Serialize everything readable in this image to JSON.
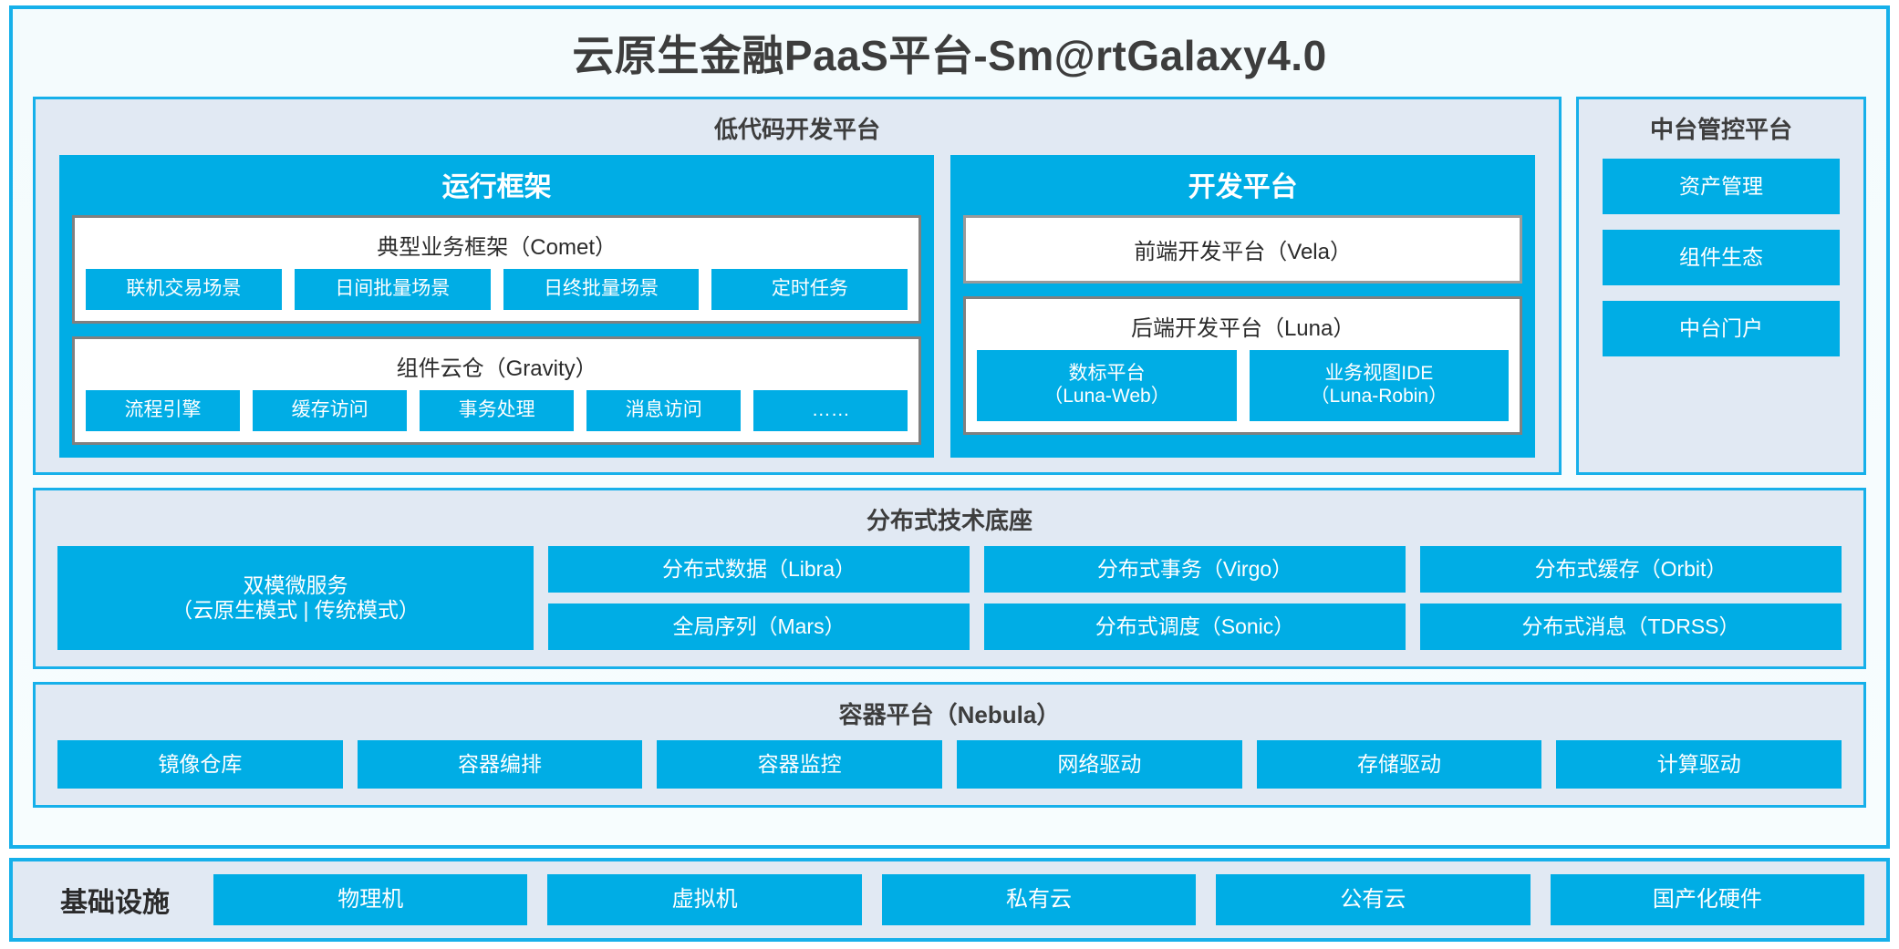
{
  "title": "云原生金融PaaS平台-Sm@rtGalaxy4.0",
  "colors": {
    "accent": "#00ade5",
    "border": "#16b0ea",
    "panel_bg": "#e1e9f3",
    "frame_bg": "#f4fbfd",
    "box_border": "#808080",
    "text_dark": "#3d3d3d",
    "text_light": "#ffffff"
  },
  "lowcode": {
    "title": "低代码开发平台",
    "runtime": {
      "title": "运行框架",
      "comet": {
        "title": "典型业务框架（Comet）",
        "items": [
          "联机交易场景",
          "日间批量场景",
          "日终批量场景",
          "定时任务"
        ]
      },
      "gravity": {
        "title": "组件云仓（Gravity）",
        "items": [
          "流程引擎",
          "缓存访问",
          "事务处理",
          "消息访问",
          "……"
        ]
      }
    },
    "devplatform": {
      "title": "开发平台",
      "vela": "前端开发平台（Vela）",
      "luna": {
        "title": "后端开发平台（Luna）",
        "items": [
          "数标平台\n（Luna-Web）",
          "业务视图IDE\n（Luna-Robin）"
        ]
      }
    }
  },
  "control_platform": {
    "title": "中台管控平台",
    "items": [
      "资产管理",
      "组件生态",
      "中台门户"
    ]
  },
  "distributed": {
    "title": "分布式技术底座",
    "microservice": "双模微服务\n（云原生模式 | 传统模式）",
    "col2": [
      "分布式数据（Libra）",
      "全局序列（Mars）"
    ],
    "col3": [
      "分布式事务（Virgo）",
      "分布式调度（Sonic）"
    ],
    "col4": [
      "分布式缓存（Orbit）",
      "分布式消息（TDRSS）"
    ]
  },
  "container": {
    "title": "容器平台（Nebula）",
    "items": [
      "镜像仓库",
      "容器编排",
      "容器监控",
      "网络驱动",
      "存储驱动",
      "计算驱动"
    ]
  },
  "infrastructure": {
    "label": "基础设施",
    "items": [
      "物理机",
      "虚拟机",
      "私有云",
      "公有云",
      "国产化硬件"
    ]
  }
}
